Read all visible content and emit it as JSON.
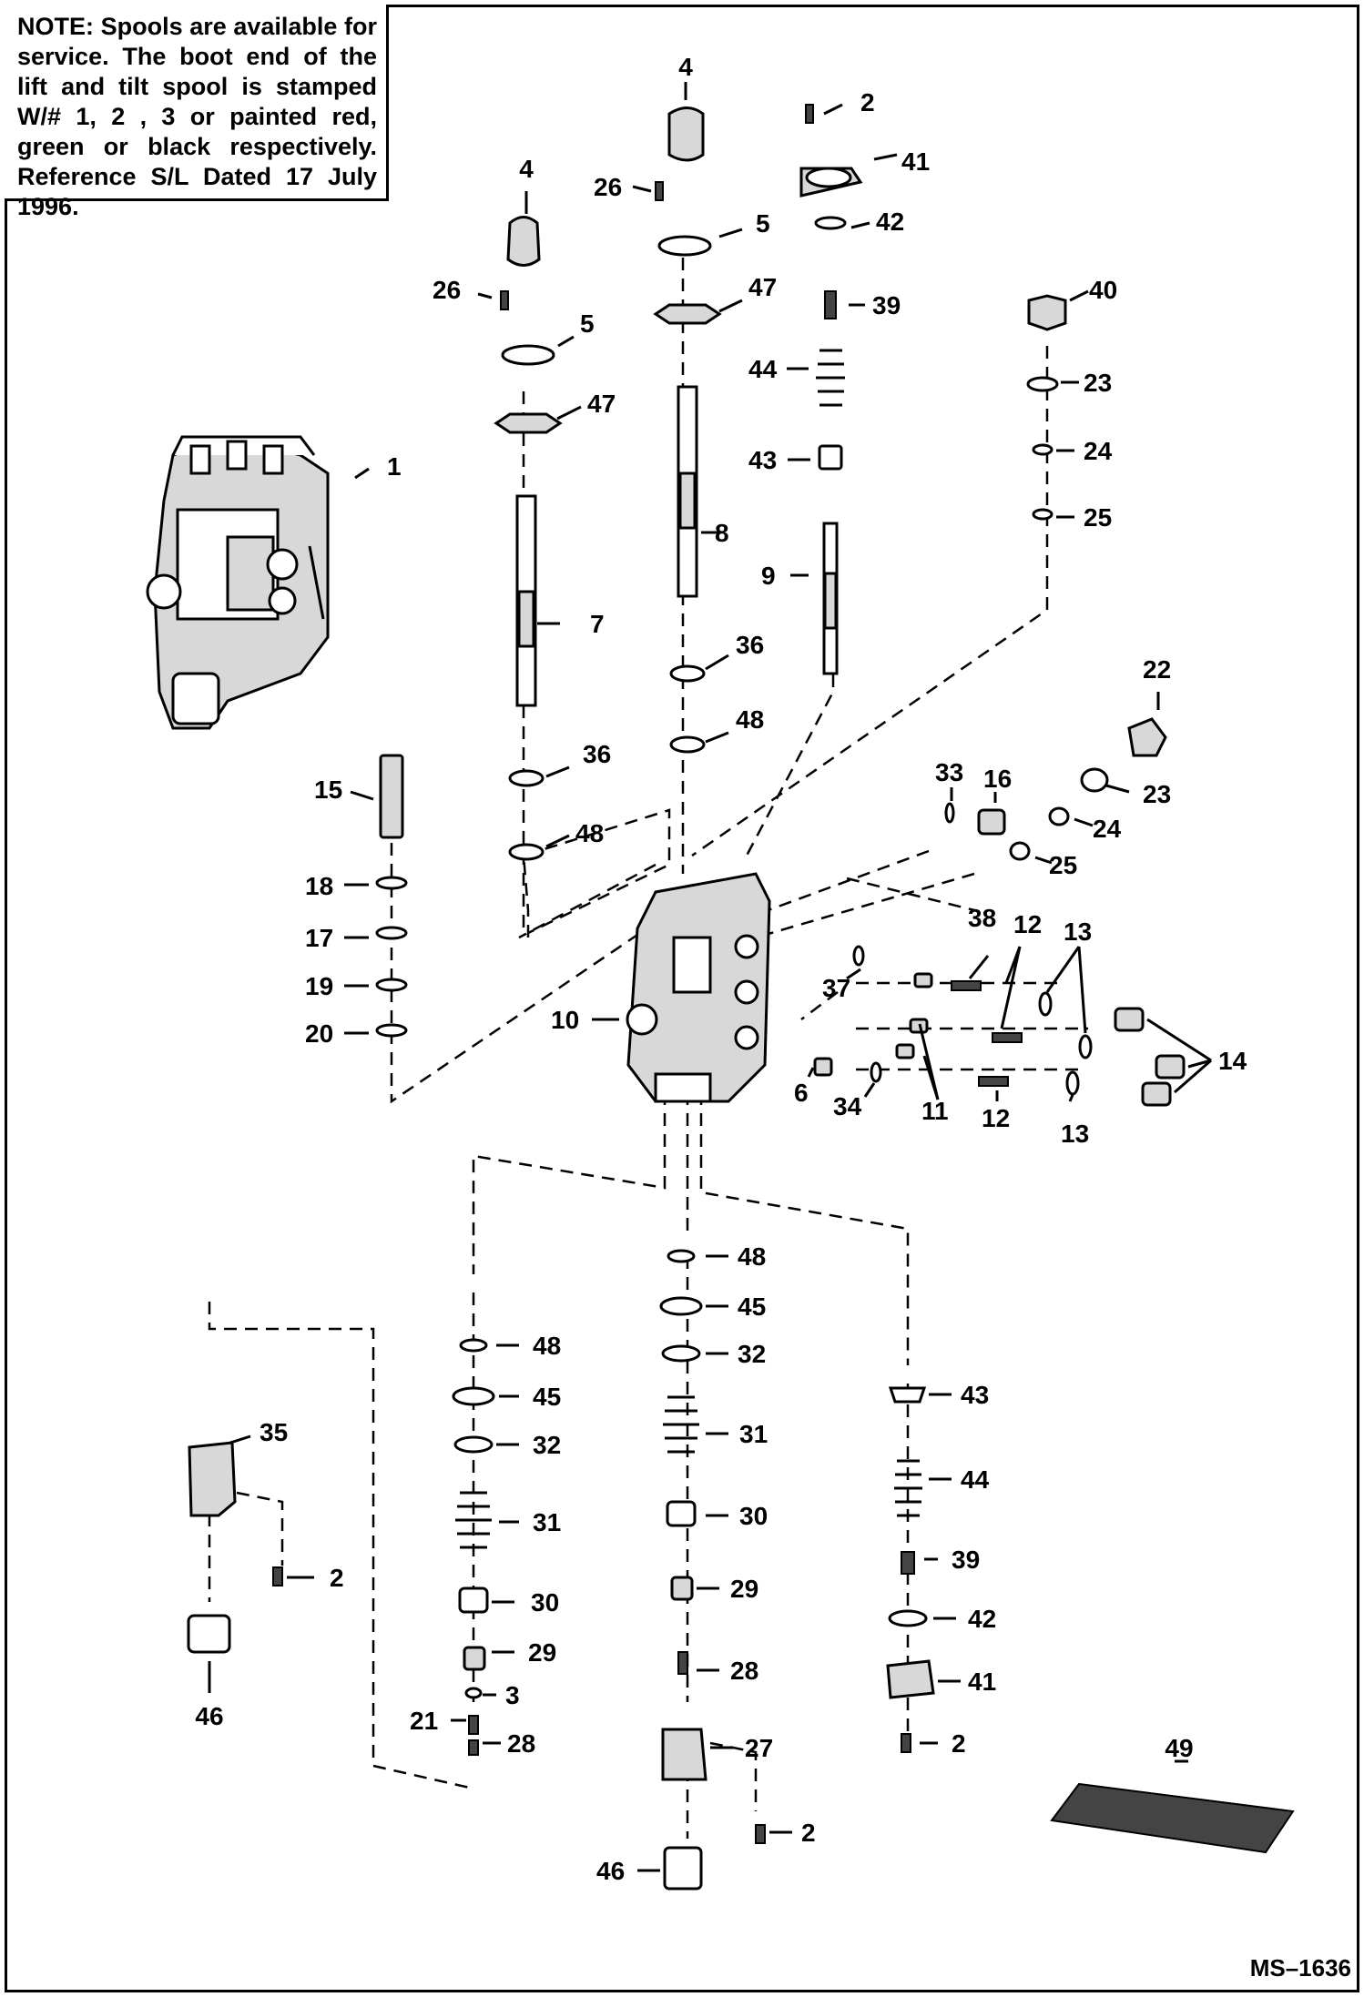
{
  "note": {
    "label": "NOTE:",
    "text": "Spools are available for service. The boot end of the lift and tilt spool is stamped W/# 1, 2 , 3 or painted red, green or black respectively. Reference S/L Dated 17 July 1996."
  },
  "drawing_number": "MS–1636",
  "callouts": {
    "c4a": "4",
    "c4b": "4",
    "c2a": "2",
    "c41a": "41",
    "c26a": "26",
    "c5a": "5",
    "c42a": "42",
    "c26b": "26",
    "c47a": "47",
    "c39a": "39",
    "c40": "40",
    "c5b": "5",
    "c44a": "44",
    "c23a": "23",
    "c47b": "47",
    "c1": "1",
    "c43a": "43",
    "c24a": "24",
    "c25a": "25",
    "c8": "8",
    "c9": "9",
    "c7": "7",
    "c36a": "36",
    "c22": "22",
    "c48a": "48",
    "c36b": "36",
    "c15": "15",
    "c33": "33",
    "c16": "16",
    "c23b": "23",
    "c24b": "24",
    "c48b": "48",
    "c25b": "25",
    "c18": "18",
    "c38": "38",
    "c12a": "12",
    "c13a": "13",
    "c17": "17",
    "c37": "37",
    "c19": "19",
    "c10": "10",
    "c14": "14",
    "c20": "20",
    "c6": "6",
    "c34": "34",
    "c11": "11",
    "c12b": "12",
    "c13b": "13",
    "c48c": "48",
    "c45a": "45",
    "c48d": "48",
    "c32a": "32",
    "c35": "35",
    "c43b": "43",
    "c45b": "45",
    "c31a": "31",
    "c32b": "32",
    "c44b": "44",
    "c30a": "30",
    "c31b": "31",
    "c39b": "39",
    "c2b": "2",
    "c29a": "29",
    "c42b": "42",
    "c30b": "30",
    "c28a": "28",
    "c41b": "41",
    "c29b": "29",
    "c46a": "46",
    "c3": "3",
    "c21": "21",
    "c27": "27",
    "c2c": "2",
    "c28b": "28",
    "c49": "49",
    "c2d": "2",
    "c46b": "46"
  }
}
